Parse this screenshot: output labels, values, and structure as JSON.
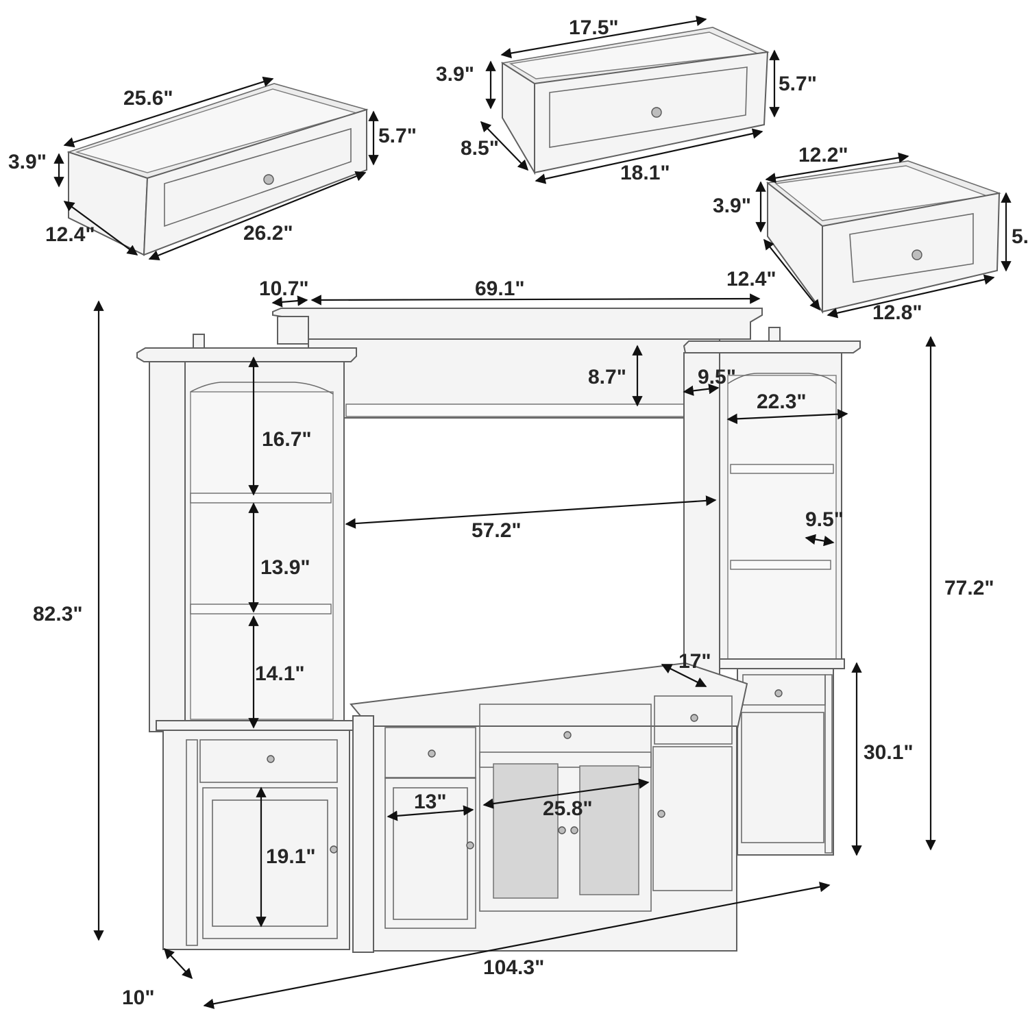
{
  "drawers": {
    "long": {
      "width_back": "25.6\"",
      "width_front": "26.2\"",
      "depth": "12.4\"",
      "height_side": "3.9\"",
      "height_front": "5.7\""
    },
    "medium": {
      "width_back": "17.5\"",
      "width_front": "18.1\"",
      "depth": "8.5\"",
      "height_side": "3.9\"",
      "height_front": "5.7\""
    },
    "small": {
      "width_back": "12.2\"",
      "width_front": "12.8\"",
      "depth": "12.4\"",
      "height_side": "3.9\"",
      "height_front": "5."
    }
  },
  "unit": {
    "bridge_depth": "10.7\"",
    "bridge_width": "69.1\"",
    "bridge_shelf_height": "8.7\"",
    "bridge_shelf_depth": "9.5\"",
    "tower_width": "22.3\"",
    "tower_shelf_depth": "9.5\"",
    "shelf_1_height": "16.7\"",
    "shelf_2_height": "13.9\"",
    "shelf_3_height": "14.1\"",
    "tv_opening_width": "57.2\"",
    "total_height": "82.3\"",
    "tower_height": "77.2\"",
    "console_depth": "17\"",
    "console_height": "30.1\"",
    "side_cabinet_width": "13\"",
    "glass_doors_width": "25.8\"",
    "cabinet_door_height": "19.1\"",
    "tower_depth": "10\"",
    "total_width": "104.3\""
  }
}
